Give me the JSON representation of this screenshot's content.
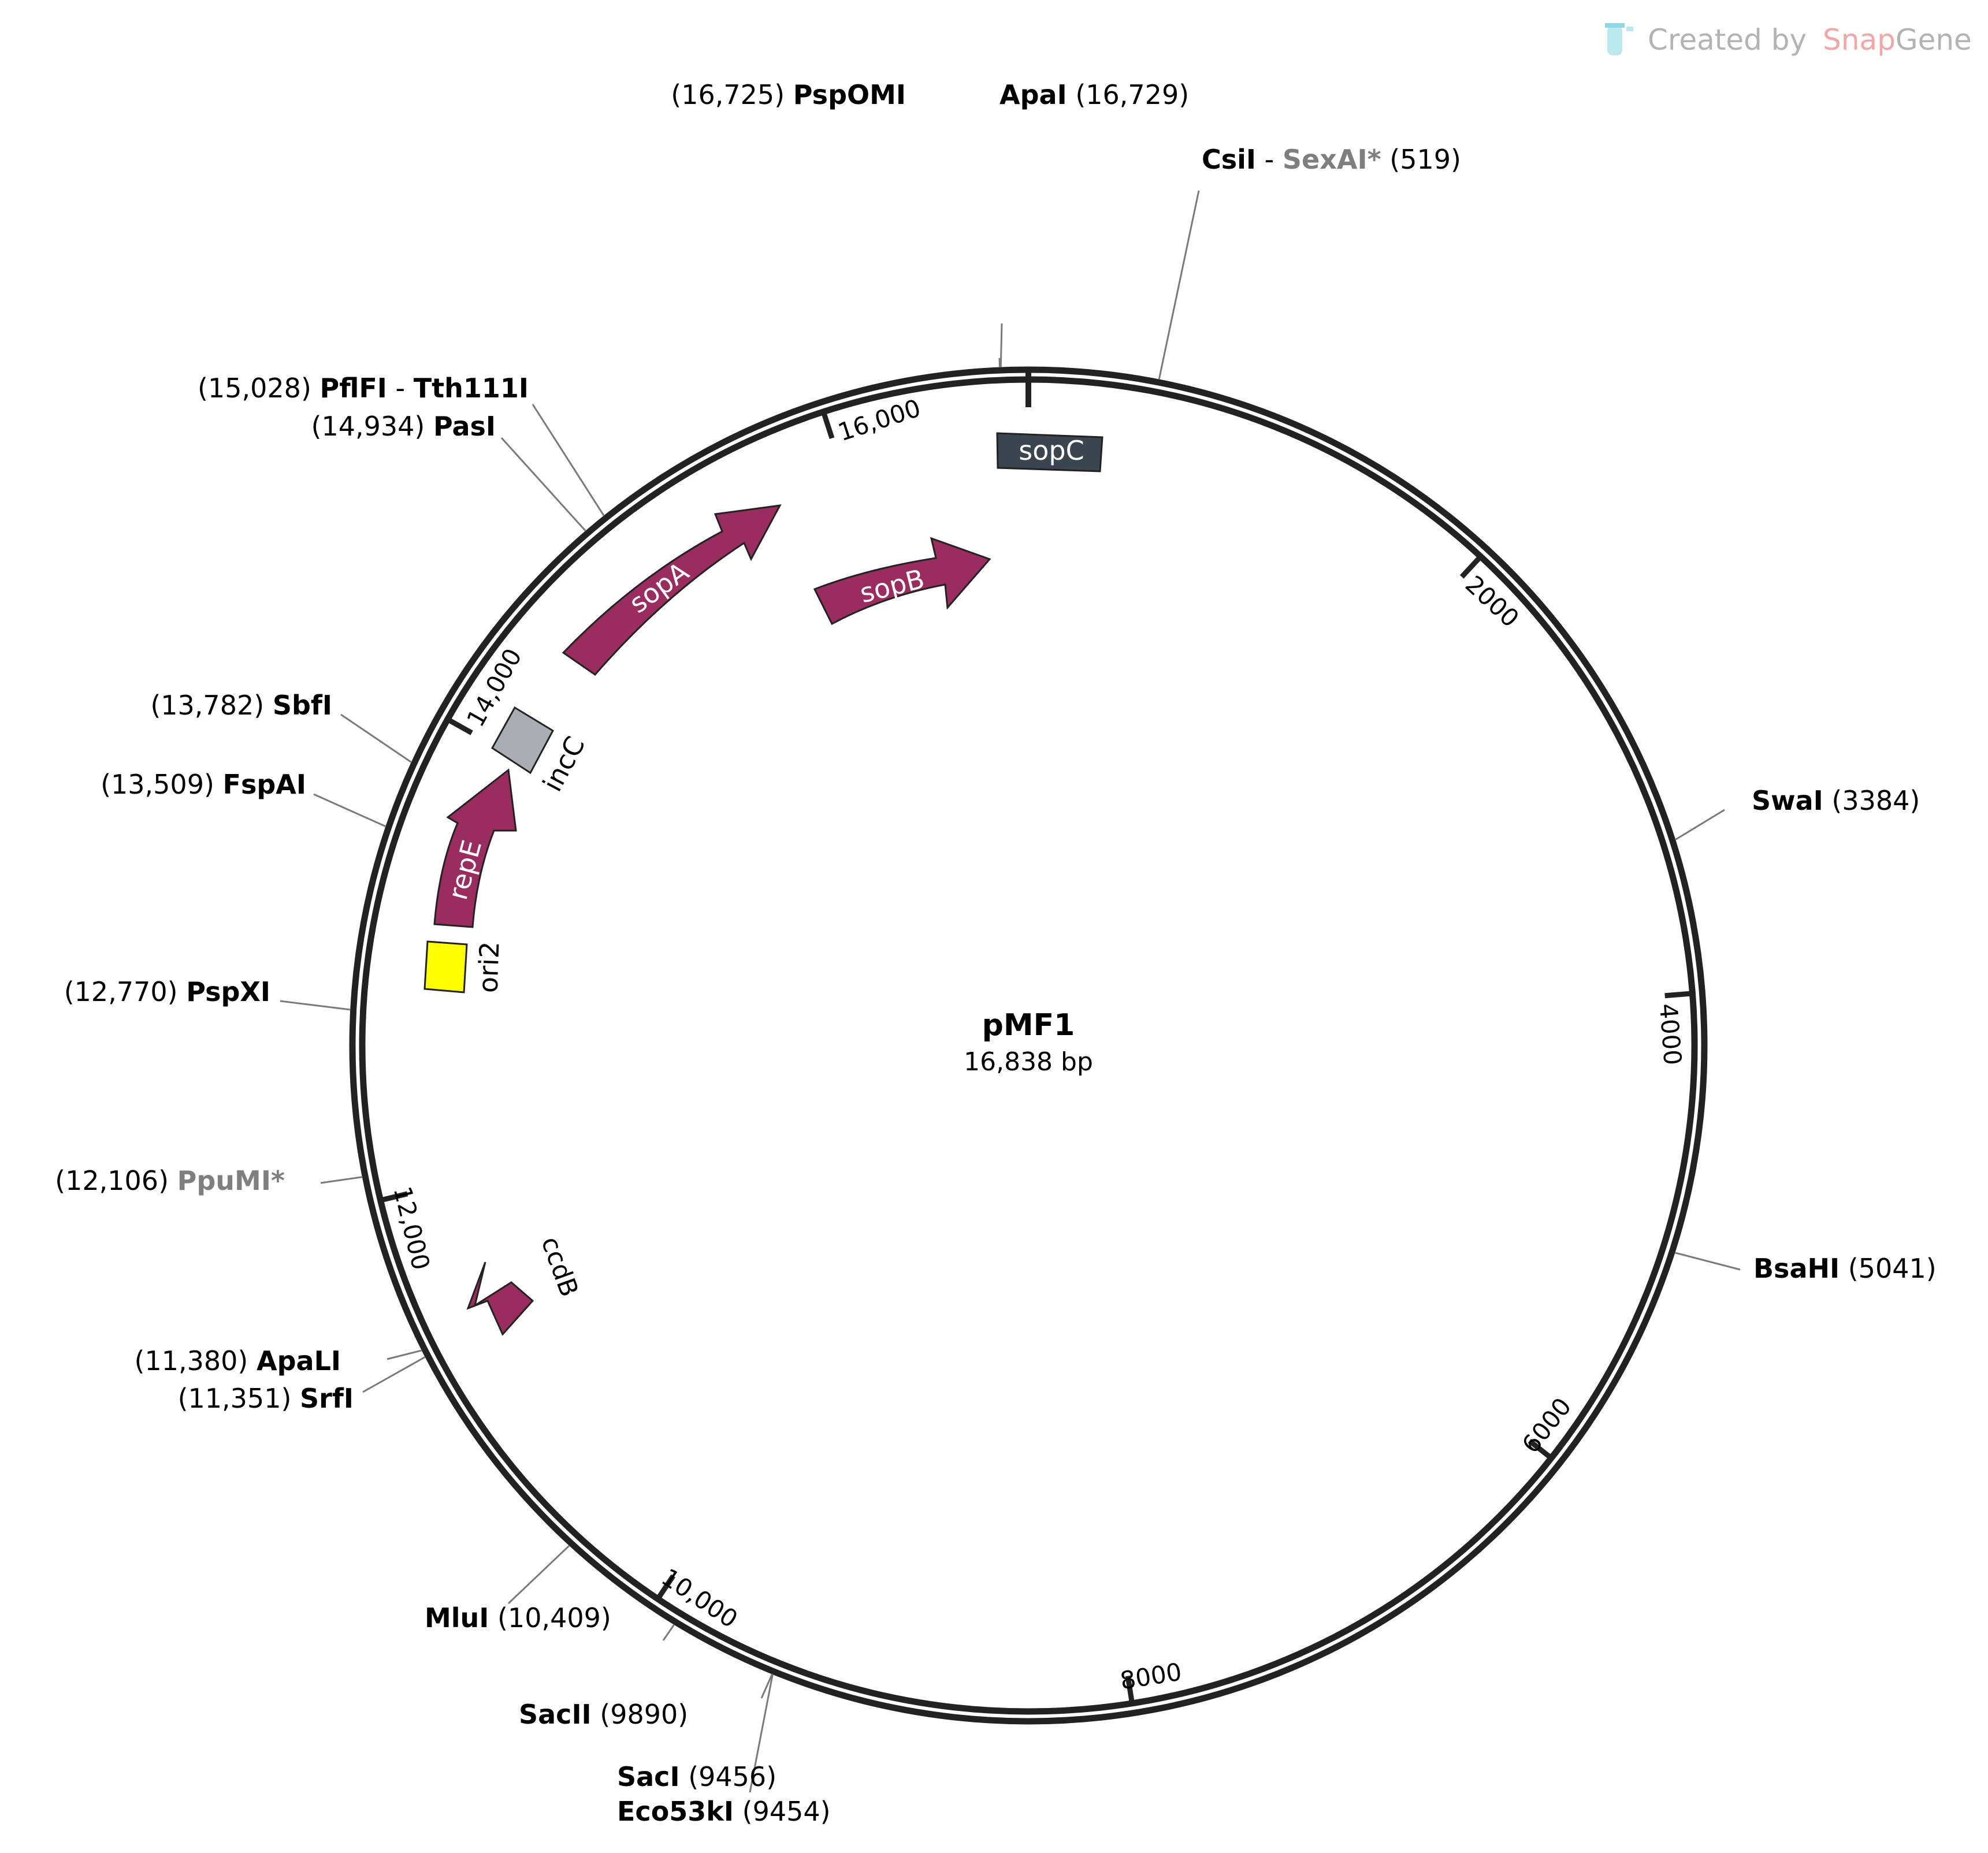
{
  "watermark": {
    "prefix": "Created by",
    "brand1": "Snap",
    "brand2": "Gene",
    "brand1_color": "#f4a6a6",
    "icon": "test-tube-icon"
  },
  "plasmid": {
    "name": "pMF1",
    "length_text": "16,838 bp",
    "length_bp": 16838
  },
  "ticks": [
    {
      "bp": 2000,
      "label": "2000"
    },
    {
      "bp": 4000,
      "label": "4000"
    },
    {
      "bp": 6000,
      "label": "6000"
    },
    {
      "bp": 8000,
      "label": "8000"
    },
    {
      "bp": 10000,
      "label": "10,000"
    },
    {
      "bp": 12000,
      "label": "12,000"
    },
    {
      "bp": 14000,
      "label": "14,000"
    },
    {
      "bp": 16000,
      "label": "16,000"
    }
  ],
  "sites": [
    {
      "parts": [
        {
          "t": "PspOMI",
          "c": "bold"
        }
      ],
      "pos": "(16,725)",
      "bp": 16725
    },
    {
      "parts": [
        {
          "t": "ApaI",
          "c": "bold"
        }
      ],
      "pos": "(16,729)",
      "bp": 16729
    },
    {
      "parts": [
        {
          "t": "CsiI",
          "c": "bold"
        },
        {
          "t": " - ",
          "c": "plain"
        },
        {
          "t": "SexAI*",
          "c": "grey"
        }
      ],
      "pos": "(519)",
      "bp": 519
    },
    {
      "parts": [
        {
          "t": "SwaI",
          "c": "bold"
        }
      ],
      "pos": "(3384)",
      "bp": 3384
    },
    {
      "parts": [
        {
          "t": "BsaHI",
          "c": "bold"
        }
      ],
      "pos": "(5041)",
      "bp": 5041
    },
    {
      "parts": [
        {
          "t": "SacI",
          "c": "bold"
        }
      ],
      "pos": "(9456)",
      "bp": 9456
    },
    {
      "parts": [
        {
          "t": "Eco53kI",
          "c": "bold"
        }
      ],
      "pos": "(9454)",
      "bp": 9454
    },
    {
      "parts": [
        {
          "t": "SacII",
          "c": "bold"
        }
      ],
      "pos": "(9890)",
      "bp": 9890
    },
    {
      "parts": [
        {
          "t": "MluI",
          "c": "bold"
        }
      ],
      "pos": "(10,409)",
      "bp": 10409
    },
    {
      "parts": [
        {
          "t": "SrfI",
          "c": "bold"
        }
      ],
      "pos": "(11,351)",
      "bp": 11351
    },
    {
      "parts": [
        {
          "t": "ApaLI",
          "c": "bold"
        }
      ],
      "pos": "(11,380)",
      "bp": 11380
    },
    {
      "parts": [
        {
          "t": "PpuMI*",
          "c": "grey"
        }
      ],
      "pos": "(12,106)",
      "bp": 12106
    },
    {
      "parts": [
        {
          "t": "PspXI",
          "c": "bold"
        }
      ],
      "pos": "(12,770)",
      "bp": 12770
    },
    {
      "parts": [
        {
          "t": "FspAI",
          "c": "bold"
        }
      ],
      "pos": "(13,509)",
      "bp": 13509
    },
    {
      "parts": [
        {
          "t": "SbfI",
          "c": "bold"
        }
      ],
      "pos": "(13,782)",
      "bp": 13782
    },
    {
      "parts": [
        {
          "t": "PasI",
          "c": "bold"
        }
      ],
      "pos": "(14,934)",
      "bp": 14934
    },
    {
      "parts": [
        {
          "t": "PflFI",
          "c": "bold"
        },
        {
          "t": " - ",
          "c": "plain"
        },
        {
          "t": "Tth111I",
          "c": "bold"
        }
      ],
      "pos": "(15,028)",
      "bp": 15028
    }
  ],
  "features": [
    {
      "name": "sopC",
      "kind": "box",
      "color": "#3b4550"
    },
    {
      "name": "sopB",
      "kind": "arrow",
      "color": "#9b2c5f"
    },
    {
      "name": "sopA",
      "kind": "arrow",
      "color": "#9b2c5f"
    },
    {
      "name": "incC",
      "kind": "box",
      "color": "#a9adb4"
    },
    {
      "name": "repE",
      "kind": "arrow",
      "color": "#9b2c5f"
    },
    {
      "name": "ori2",
      "kind": "box",
      "color": "#ffff00"
    },
    {
      "name": "ccdB",
      "kind": "arrow",
      "color": "#9b2c5f"
    }
  ]
}
